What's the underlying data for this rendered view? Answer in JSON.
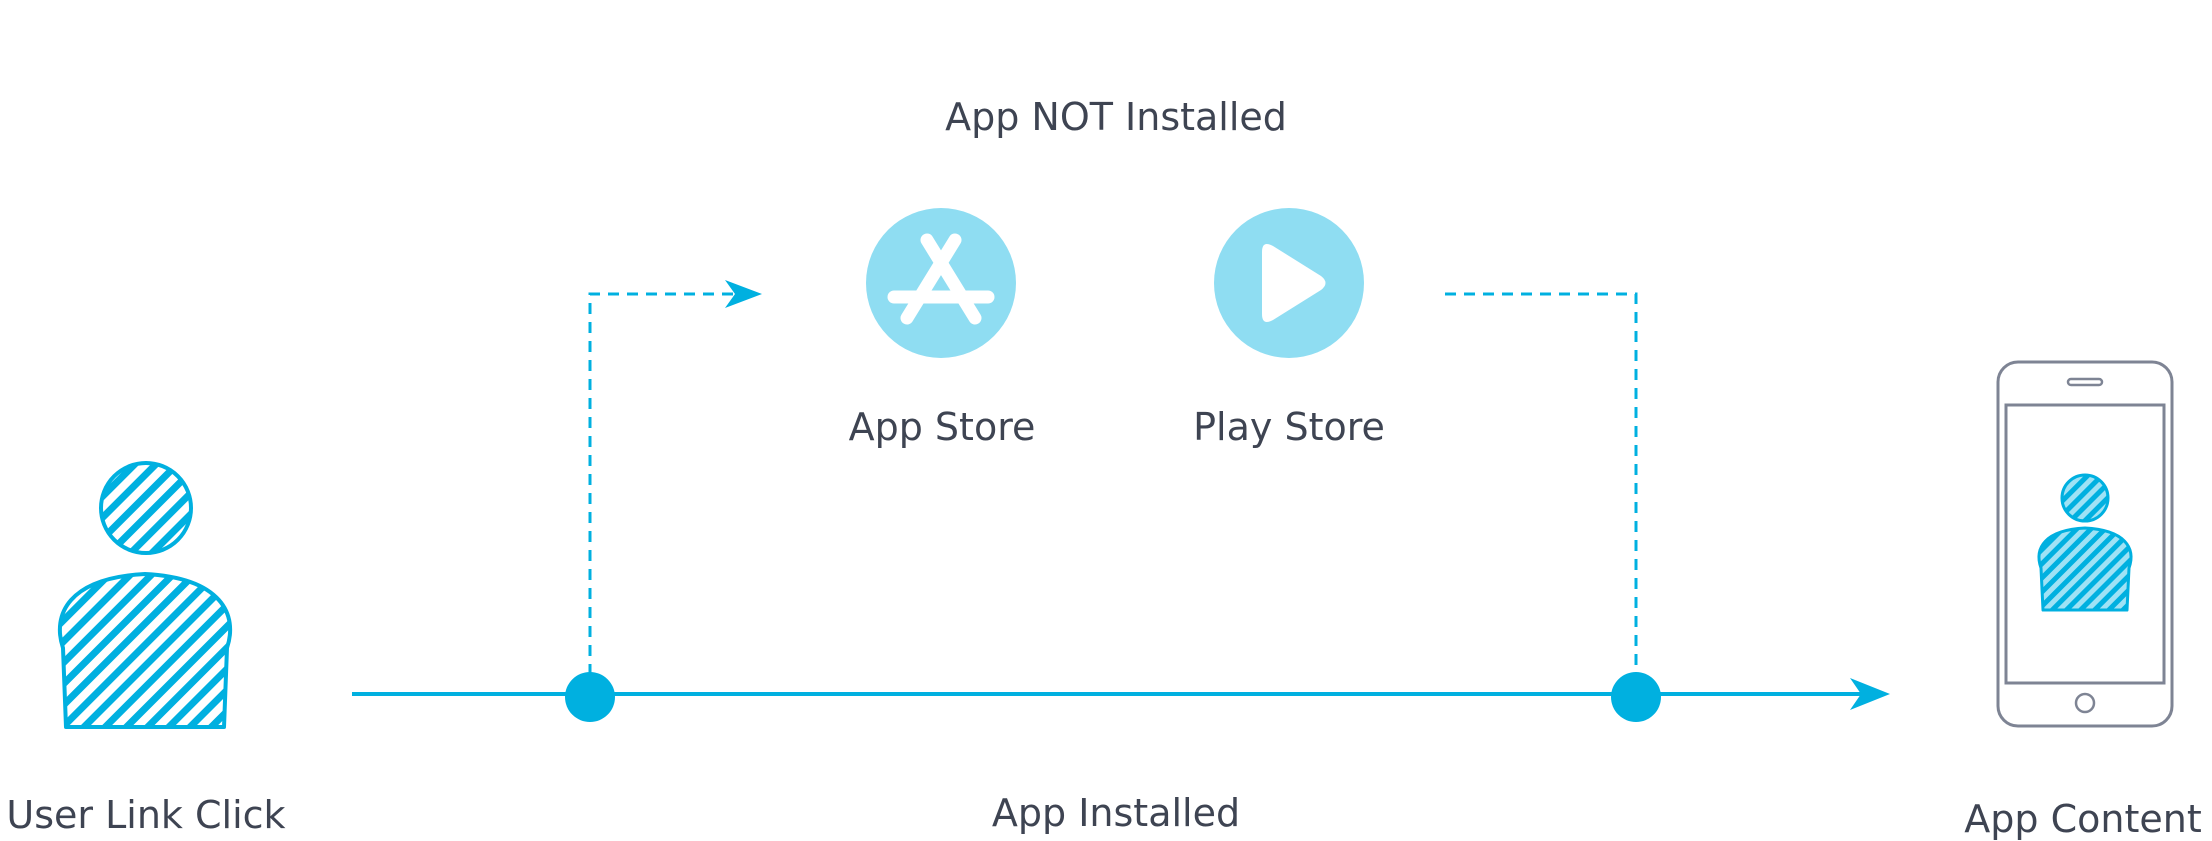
{
  "labels": {
    "top": "App NOT Installed",
    "app_store": "App Store",
    "play_store": "Play Store",
    "bottom": "App Installed",
    "user": "User Link Click",
    "content": "App Content"
  },
  "icons": {
    "user": "user-hatched-icon",
    "app_store": "app-store-icon",
    "play_store": "play-store-icon",
    "phone": "smartphone-icon",
    "phone_user": "user-hatched-icon"
  },
  "colors": {
    "accent": "#00b0e0",
    "store_circle": "#8fddf2",
    "phone_outline": "#7e8494",
    "text": "#3e4452"
  }
}
